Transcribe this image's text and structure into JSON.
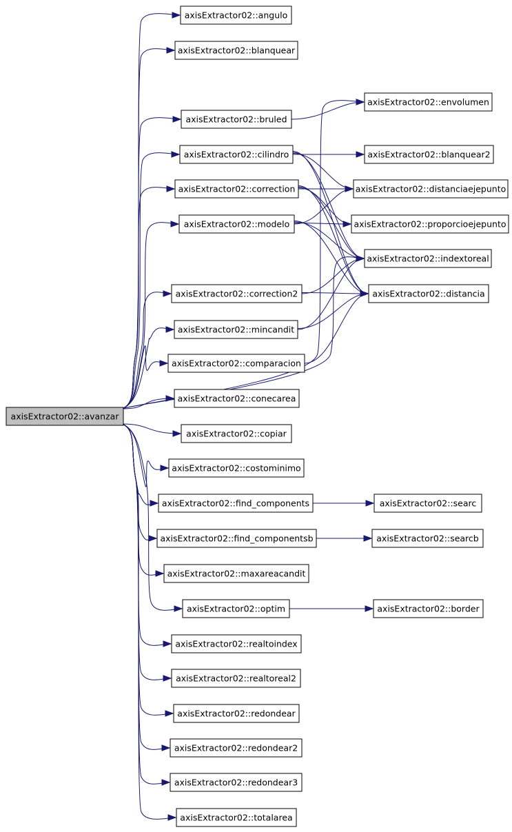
{
  "graph": {
    "root": "axisExtractor02::avanzar",
    "nodes": [
      "axisExtractor02::avanzar",
      "axisExtractor02::angulo",
      "axisExtractor02::blanquear",
      "axisExtractor02::bruled",
      "axisExtractor02::cilindro",
      "axisExtractor02::correction",
      "axisExtractor02::modelo",
      "axisExtractor02::correction2",
      "axisExtractor02::mincandit",
      "axisExtractor02::comparacion",
      "axisExtractor02::conecarea",
      "axisExtractor02::copiar",
      "axisExtractor02::costominimo",
      "axisExtractor02::find_components",
      "axisExtractor02::find_componentsb",
      "axisExtractor02::maxareacandit",
      "axisExtractor02::optim",
      "axisExtractor02::realtoindex",
      "axisExtractor02::realtoreal2",
      "axisExtractor02::redondear",
      "axisExtractor02::redondear2",
      "axisExtractor02::redondear3",
      "axisExtractor02::totalarea",
      "axisExtractor02::envolumen",
      "axisExtractor02::blanquear2",
      "axisExtractor02::distanciaejepunto",
      "axisExtractor02::proporcioejepunto",
      "axisExtractor02::indextoreal",
      "axisExtractor02::distancia",
      "axisExtractor02::searc",
      "axisExtractor02::searcb",
      "axisExtractor02::border"
    ],
    "edges": [
      [
        "axisExtractor02::avanzar",
        "axisExtractor02::angulo"
      ],
      [
        "axisExtractor02::avanzar",
        "axisExtractor02::blanquear"
      ],
      [
        "axisExtractor02::avanzar",
        "axisExtractor02::envolumen"
      ],
      [
        "axisExtractor02::avanzar",
        "axisExtractor02::bruled"
      ],
      [
        "axisExtractor02::avanzar",
        "axisExtractor02::cilindro"
      ],
      [
        "axisExtractor02::avanzar",
        "axisExtractor02::correction"
      ],
      [
        "axisExtractor02::avanzar",
        "axisExtractor02::modelo"
      ],
      [
        "axisExtractor02::avanzar",
        "axisExtractor02::indextoreal"
      ],
      [
        "axisExtractor02::avanzar",
        "axisExtractor02::correction2"
      ],
      [
        "axisExtractor02::avanzar",
        "axisExtractor02::mincandit"
      ],
      [
        "axisExtractor02::avanzar",
        "axisExtractor02::comparacion"
      ],
      [
        "axisExtractor02::avanzar",
        "axisExtractor02::conecarea"
      ],
      [
        "axisExtractor02::avanzar",
        "axisExtractor02::copiar"
      ],
      [
        "axisExtractor02::avanzar",
        "axisExtractor02::costominimo"
      ],
      [
        "axisExtractor02::avanzar",
        "axisExtractor02::find_components"
      ],
      [
        "axisExtractor02::avanzar",
        "axisExtractor02::find_componentsb"
      ],
      [
        "axisExtractor02::avanzar",
        "axisExtractor02::maxareacandit"
      ],
      [
        "axisExtractor02::avanzar",
        "axisExtractor02::optim"
      ],
      [
        "axisExtractor02::avanzar",
        "axisExtractor02::realtoindex"
      ],
      [
        "axisExtractor02::avanzar",
        "axisExtractor02::realtoreal2"
      ],
      [
        "axisExtractor02::avanzar",
        "axisExtractor02::redondear"
      ],
      [
        "axisExtractor02::avanzar",
        "axisExtractor02::redondear2"
      ],
      [
        "axisExtractor02::avanzar",
        "axisExtractor02::redondear3"
      ],
      [
        "axisExtractor02::avanzar",
        "axisExtractor02::totalarea"
      ],
      [
        "axisExtractor02::bruled",
        "axisExtractor02::envolumen"
      ],
      [
        "axisExtractor02::cilindro",
        "axisExtractor02::blanquear2"
      ],
      [
        "axisExtractor02::cilindro",
        "axisExtractor02::distanciaejepunto"
      ],
      [
        "axisExtractor02::cilindro",
        "axisExtractor02::indextoreal"
      ],
      [
        "axisExtractor02::cilindro",
        "axisExtractor02::distancia"
      ],
      [
        "axisExtractor02::correction",
        "axisExtractor02::distanciaejepunto"
      ],
      [
        "axisExtractor02::correction",
        "axisExtractor02::proporcioejepunto"
      ],
      [
        "axisExtractor02::correction",
        "axisExtractor02::indextoreal"
      ],
      [
        "axisExtractor02::correction",
        "axisExtractor02::distancia"
      ],
      [
        "axisExtractor02::modelo",
        "axisExtractor02::distanciaejepunto"
      ],
      [
        "axisExtractor02::modelo",
        "axisExtractor02::proporcioejepunto"
      ],
      [
        "axisExtractor02::modelo",
        "axisExtractor02::indextoreal"
      ],
      [
        "axisExtractor02::modelo",
        "axisExtractor02::distancia"
      ],
      [
        "axisExtractor02::correction2",
        "axisExtractor02::indextoreal"
      ],
      [
        "axisExtractor02::correction2",
        "axisExtractor02::distancia"
      ],
      [
        "axisExtractor02::mincandit",
        "axisExtractor02::indextoreal"
      ],
      [
        "axisExtractor02::mincandit",
        "axisExtractor02::distancia"
      ],
      [
        "axisExtractor02::comparacion",
        "axisExtractor02::distancia"
      ],
      [
        "axisExtractor02::find_components",
        "axisExtractor02::searc"
      ],
      [
        "axisExtractor02::find_componentsb",
        "axisExtractor02::searcb"
      ],
      [
        "axisExtractor02::optim",
        "axisExtractor02::border"
      ]
    ],
    "colors": {
      "edge": "#191970",
      "node_border": "#000000",
      "node_fill": "#ffffff",
      "root_fill": "#bfbfbf"
    }
  }
}
